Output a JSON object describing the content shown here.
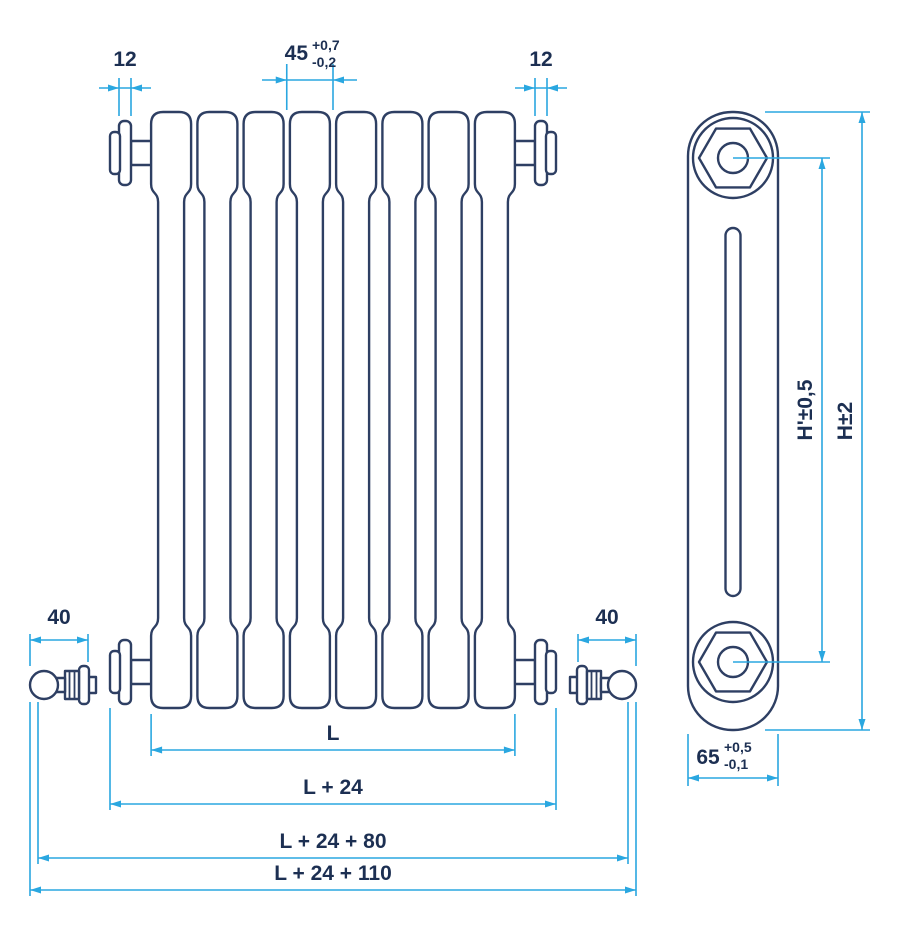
{
  "title": "Radiator dimension drawing",
  "colors": {
    "outline": "#2e3f63",
    "dimension_line": "#2aa7e0",
    "text": "#1c2f52",
    "background": "#ffffff"
  },
  "front_view": {
    "dim_cap_left": "12",
    "dim_pitch": "45",
    "dim_pitch_tol_plus": "+0,7",
    "dim_pitch_tol_minus": "-0,2",
    "dim_cap_right": "12",
    "dim_valve_left": "40",
    "dim_valve_right": "40",
    "dim_length": "L",
    "dim_length_plugs": "L + 24",
    "dim_length_valve": "L + 24 + 80",
    "dim_length_total": "L + 24 + 110"
  },
  "side_view": {
    "dim_center_height": "H'±0,5",
    "dim_total_height": "H±2",
    "dim_depth": "65",
    "dim_depth_tol_plus": "+0,5",
    "dim_depth_tol_minus": "-0,1"
  }
}
